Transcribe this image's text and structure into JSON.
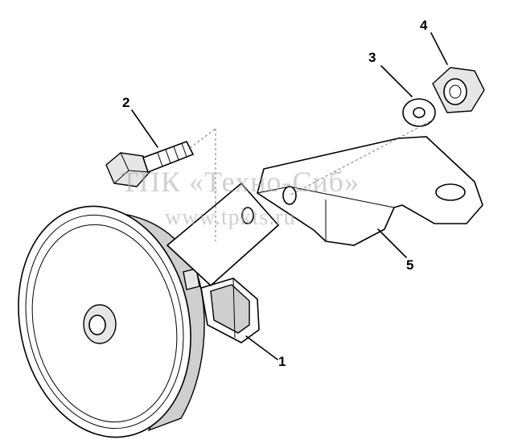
{
  "callouts": [
    {
      "id": "1",
      "text": "1"
    },
    {
      "id": "2",
      "text": "2"
    },
    {
      "id": "3",
      "text": "3"
    },
    {
      "id": "4",
      "text": "4"
    },
    {
      "id": "5",
      "text": "5"
    }
  ],
  "watermark": {
    "line1": "ТПК «Техно-Сиб»",
    "line2": "www.tpkts.ru"
  }
}
